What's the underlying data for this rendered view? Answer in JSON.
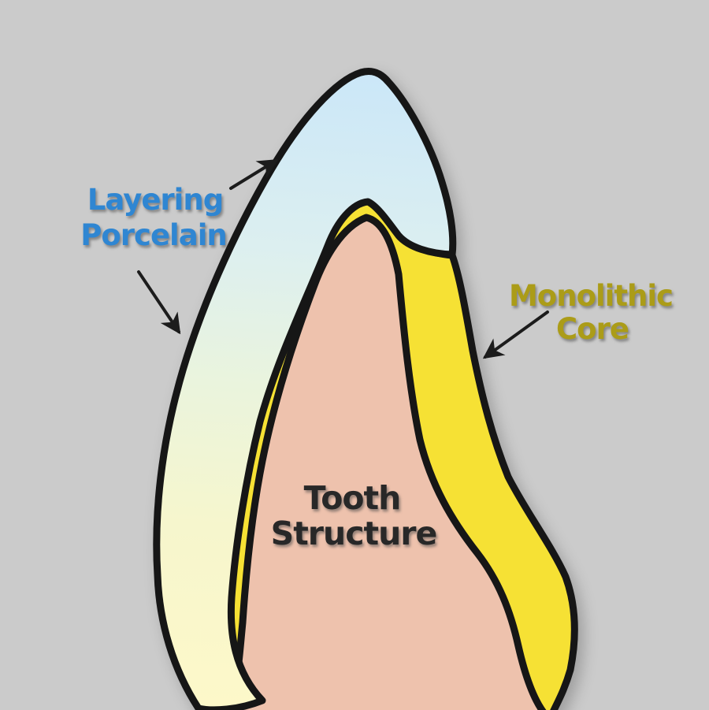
{
  "title": "Tooth layer diagram",
  "colors": {
    "background": "#cbcbcb",
    "outline": "#161616",
    "arrow": "#1c1c1c",
    "monolithic_core_fill": "#f6e134",
    "tooth_structure_fill": "#eec2ad",
    "porcelain_gradient": [
      "#cbe7f8",
      "#dceff0",
      "#eaf4dd",
      "#f6f6cd",
      "#fdf8c9"
    ]
  },
  "labels": {
    "layering_porcelain": {
      "line1": "Layering",
      "line2": "Porcelain",
      "color": "#2f86d2"
    },
    "monolithic_core": {
      "line1": "Monolithic",
      "line2": "Core",
      "color": "#ab9c18"
    },
    "tooth_structure": {
      "line1": "Tooth",
      "line2": "Structure",
      "color": "#282828"
    }
  }
}
